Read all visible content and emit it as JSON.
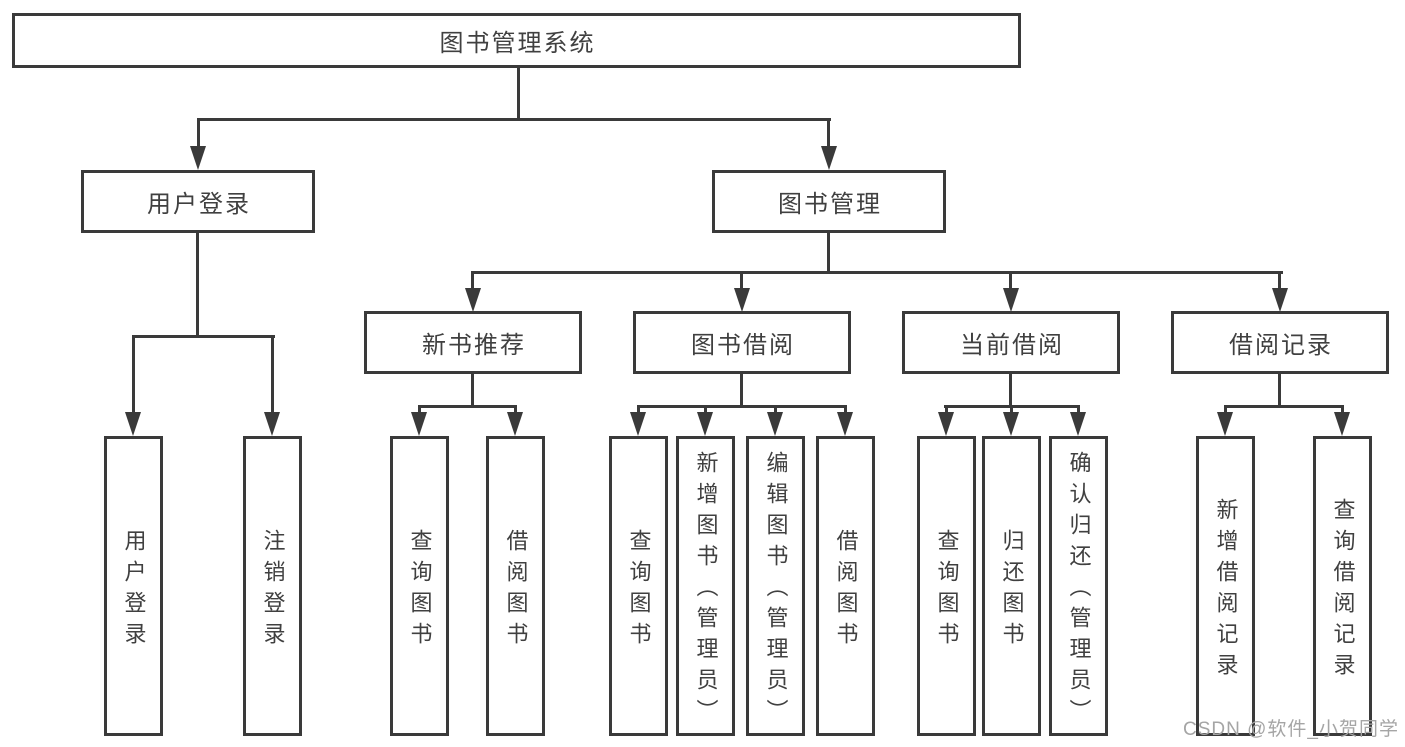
{
  "nodes": {
    "root": {
      "label": "图书管理系统"
    },
    "l2": [
      {
        "label": "用户登录",
        "parent": "图书管理系统"
      },
      {
        "label": "图书管理",
        "parent": "图书管理系统"
      }
    ],
    "l3": [
      {
        "label": "新书推荐",
        "parent": "图书管理"
      },
      {
        "label": "图书借阅",
        "parent": "图书管理"
      },
      {
        "label": "当前借阅",
        "parent": "图书管理"
      },
      {
        "label": "借阅记录",
        "parent": "图书管理"
      }
    ],
    "l4": [
      {
        "label": "用户登录",
        "parent": "用户登录"
      },
      {
        "label": "注销登录",
        "parent": "用户登录"
      },
      {
        "label": "查询图书",
        "parent": "新书推荐"
      },
      {
        "label": "借阅图书",
        "parent": "新书推荐"
      },
      {
        "label": "查询图书",
        "parent": "图书借阅"
      },
      {
        "label": "新增图书（管理员）",
        "parent": "图书借阅"
      },
      {
        "label": "编辑图书（管理员）",
        "parent": "图书借阅"
      },
      {
        "label": "借阅图书",
        "parent": "图书借阅"
      },
      {
        "label": "查询图书",
        "parent": "当前借阅"
      },
      {
        "label": "归还图书",
        "parent": "当前借阅"
      },
      {
        "label": "确认归还（管理员）",
        "parent": "当前借阅"
      },
      {
        "label": "新增借阅记录",
        "parent": "借阅记录"
      },
      {
        "label": "查询借阅记录",
        "parent": "借阅记录"
      }
    ]
  },
  "watermark": {
    "text": "CSDN @软件_小贺同学"
  },
  "colors": {
    "line": "#3a3a3a",
    "text": "#404040",
    "watermark": "#a5a5a5",
    "background": "#ffffff"
  }
}
